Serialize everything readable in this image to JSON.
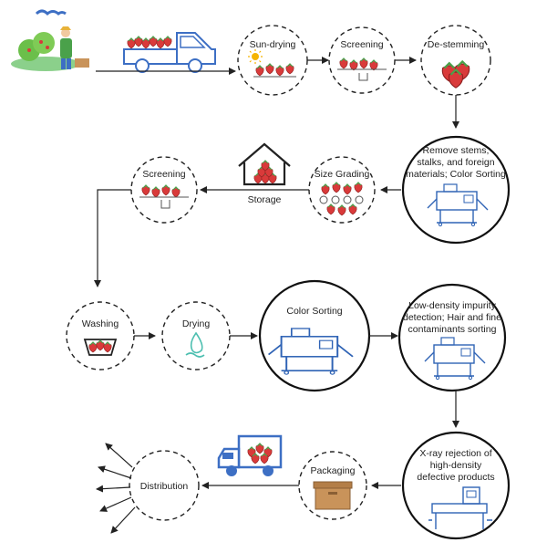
{
  "steps": {
    "sun_drying": "Sun-drying",
    "screening_top": "Screening",
    "de_stemming": "De-stemming",
    "remove_stems": [
      "Remove stems,",
      "stalks, and foreign",
      "materials; Color Sorting"
    ],
    "size_grading": "Size Grading",
    "storage": "Storage",
    "screening_mid": "Screening",
    "washing": "Washing",
    "drying": "Drying",
    "color_sorting": "Color Sorting",
    "low_density": [
      "Low-density impurity",
      "detection; Hair and fine",
      "contaminants sorting"
    ],
    "xray": [
      "X-ray rejection of",
      "high-density",
      "defective products"
    ],
    "packaging": "Packaging",
    "distribution": "Distribution"
  },
  "colors": {
    "berry": "#d93a3a",
    "leaf": "#4aa14a",
    "machine": "#2f63b5",
    "truck": "#3d6fc4",
    "box": "#c9935a",
    "sun": "#f5b400",
    "water": "#4dbfb0"
  },
  "icons": [
    "farmer-icon",
    "pickup-truck-icon",
    "sun-icon",
    "berries-icon",
    "machine-icon",
    "house-icon",
    "basin-icon",
    "water-drop-icon",
    "delivery-truck-icon",
    "box-icon"
  ]
}
